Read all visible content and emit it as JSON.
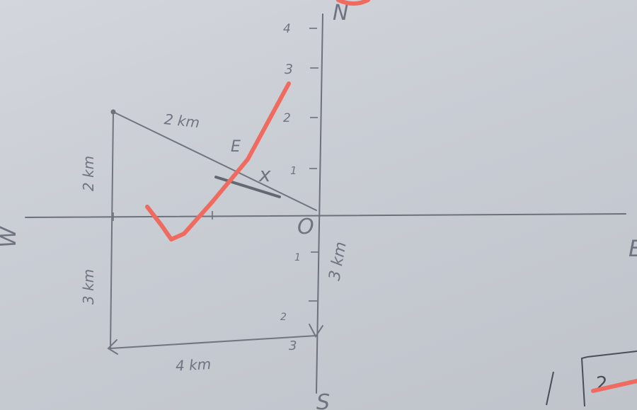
{
  "directions": {
    "north": "N",
    "south": "S",
    "east": "E",
    "west": "W"
  },
  "origin_label": "O",
  "distances": {
    "diagonal_2km": "2 km",
    "vertical_2km": "2 km",
    "vertical_3km_left": "3 km",
    "vertical_3km_origin": "3 km",
    "horizontal_4km": "4 km"
  },
  "angle_marks": {
    "e_label": "E",
    "x_label": "x"
  },
  "axis_ticks": {
    "north": [
      "1",
      "2",
      "3",
      "4"
    ],
    "south": [
      "1",
      "2",
      "3"
    ]
  },
  "corner_box_text": "2",
  "colors": {
    "paper": "#c9cdd4",
    "pencil": "#6f7480",
    "red_ink": "#ef6a5f"
  }
}
